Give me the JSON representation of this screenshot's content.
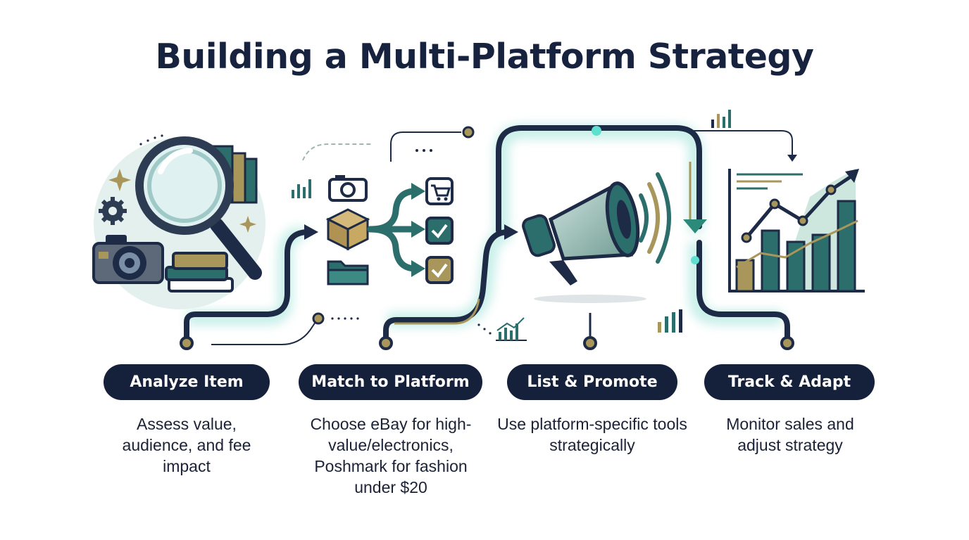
{
  "title": "Building a Multi-Platform Strategy",
  "steps": [
    {
      "label": "Analyze Item",
      "description": "Assess value, audience, and fee impact"
    },
    {
      "label": "Match to Platform",
      "description": "Choose eBay for high-value/electronics, Poshmark for fashion under $20"
    },
    {
      "label": "List & Promote",
      "description": "Use platform-specific tools strategically"
    },
    {
      "label": "Track & Adapt",
      "description": "Monitor sales and adjust strategy"
    }
  ],
  "colors": {
    "navy": "#15203a",
    "teal": "#2b6e6b",
    "gold": "#a8965a",
    "glow": "#9fe3d8",
    "light_teal": "#e4f0ee"
  },
  "icons": [
    "magnifier-icon",
    "camera-icon",
    "books-icon",
    "gear-icon",
    "sparkle-icon",
    "box-icon",
    "folder-icon",
    "cart-icon",
    "check-icon",
    "megaphone-icon",
    "sound-wave-icon",
    "bar-chart-icon",
    "trend-arrow-icon"
  ]
}
